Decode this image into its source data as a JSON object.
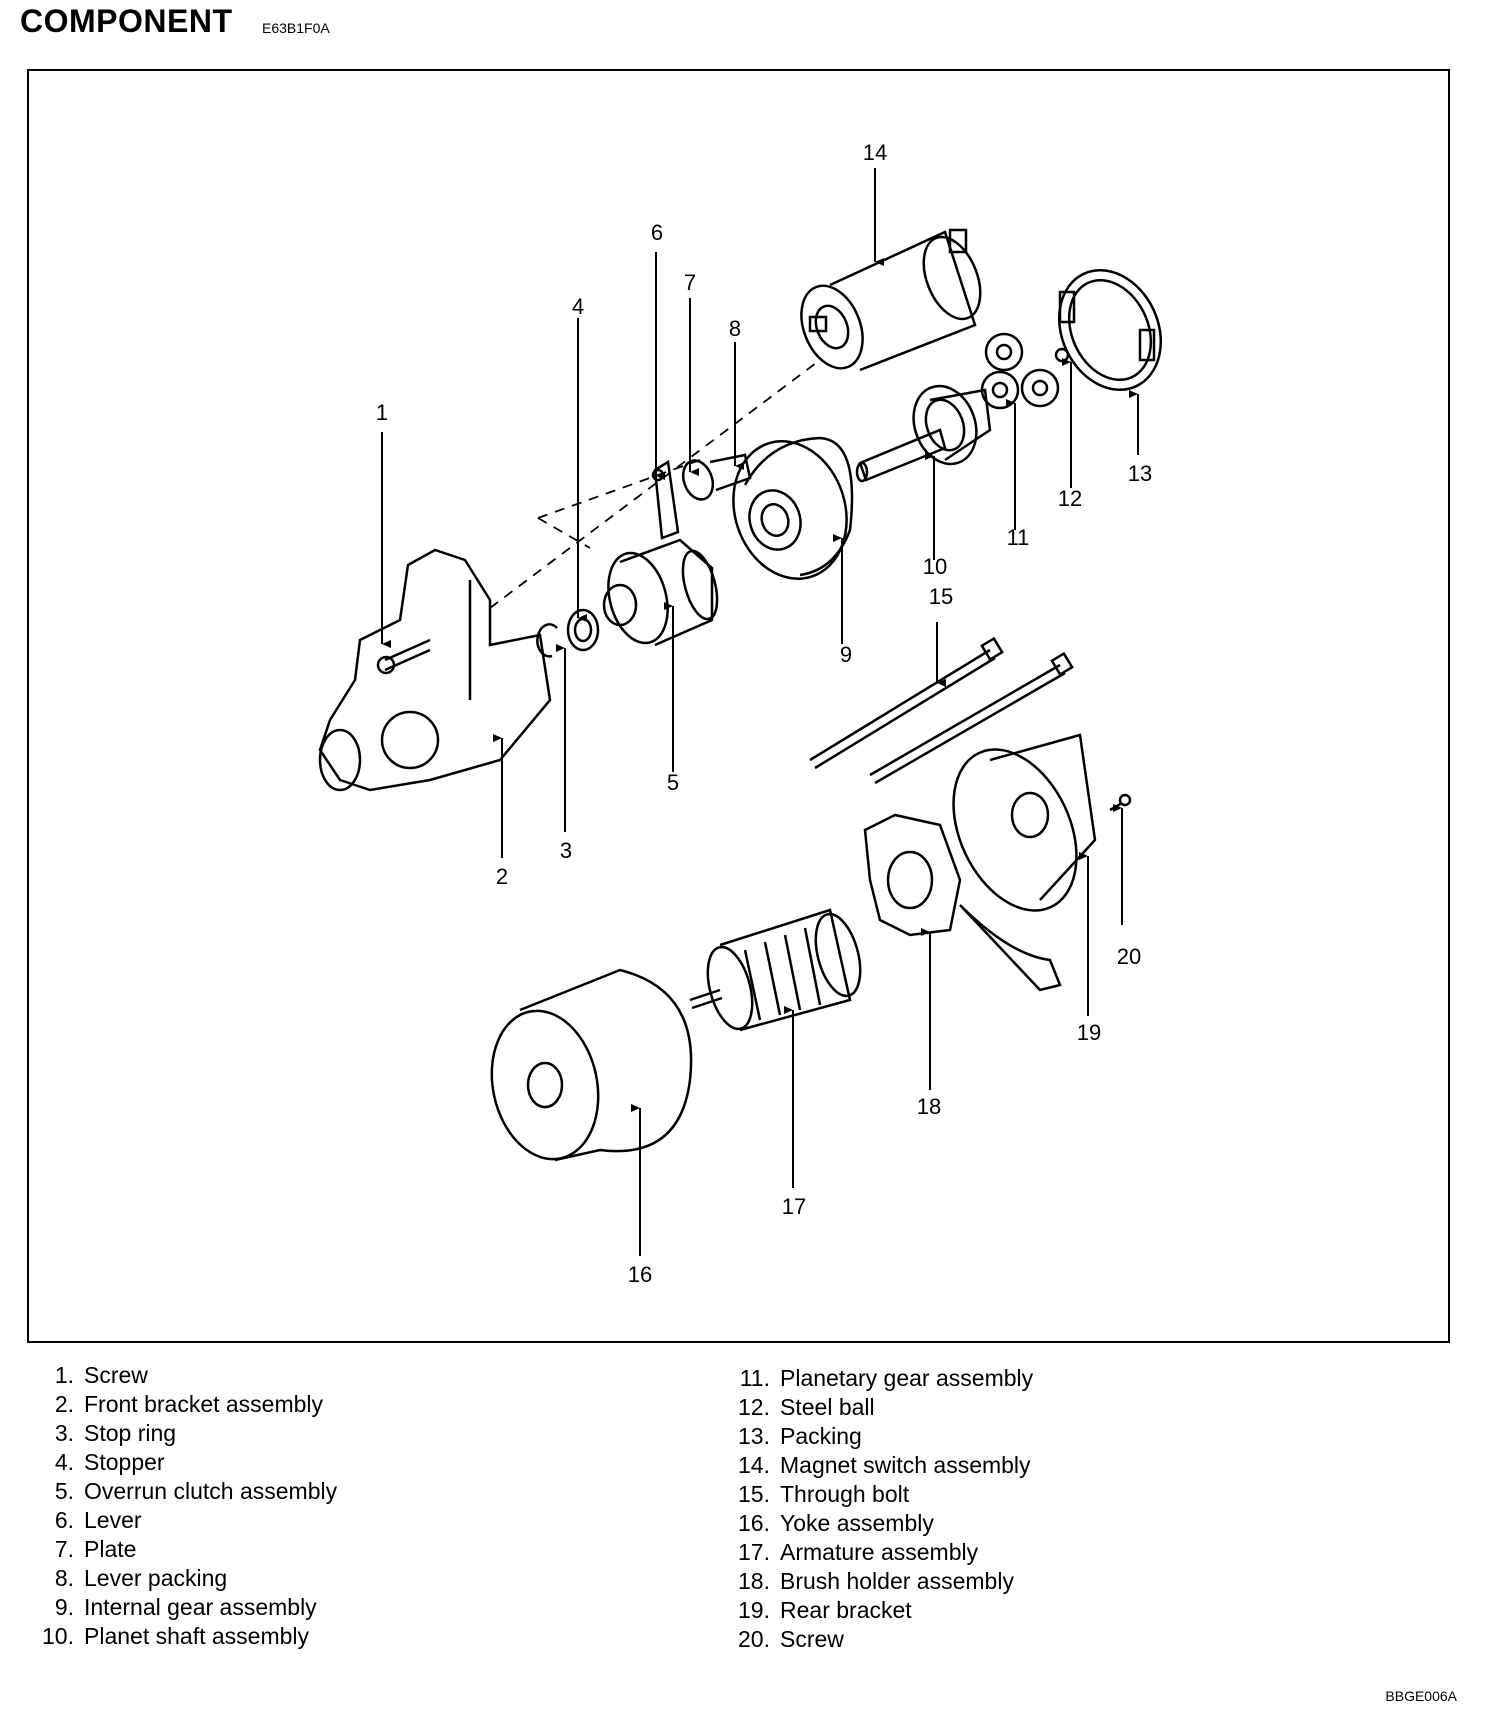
{
  "header": {
    "title": "COMPONENT",
    "code": "E63B1F0A"
  },
  "callouts": [
    "1",
    "2",
    "3",
    "4",
    "5",
    "6",
    "7",
    "8",
    "9",
    "10",
    "11",
    "12",
    "13",
    "14",
    "15",
    "16",
    "17",
    "18",
    "19",
    "20"
  ],
  "legend_left": [
    {
      "num": "1.",
      "label": "Screw"
    },
    {
      "num": "2.",
      "label": "Front bracket assembly"
    },
    {
      "num": "3.",
      "label": "Stop ring"
    },
    {
      "num": "4.",
      "label": "Stopper"
    },
    {
      "num": "5.",
      "label": "Overrun clutch assembly"
    },
    {
      "num": "6.",
      "label": "Lever"
    },
    {
      "num": "7.",
      "label": "Plate"
    },
    {
      "num": "8.",
      "label": "Lever packing"
    },
    {
      "num": "9.",
      "label": "Internal gear assembly"
    },
    {
      "num": "10.",
      "label": "Planet shaft assembly"
    }
  ],
  "legend_right": [
    {
      "num": "11.",
      "label": "Planetary gear assembly"
    },
    {
      "num": "12.",
      "label": "Steel ball"
    },
    {
      "num": "13.",
      "label": "Packing"
    },
    {
      "num": "14.",
      "label": "Magnet switch assembly"
    },
    {
      "num": "15.",
      "label": "Through bolt"
    },
    {
      "num": "16.",
      "label": "Yoke assembly"
    },
    {
      "num": "17.",
      "label": "Armature assembly"
    },
    {
      "num": "18.",
      "label": "Brush holder assembly"
    },
    {
      "num": "19.",
      "label": "Rear bracket"
    },
    {
      "num": "20.",
      "label": "Screw"
    }
  ],
  "footer": {
    "code": "BBGE006A"
  }
}
